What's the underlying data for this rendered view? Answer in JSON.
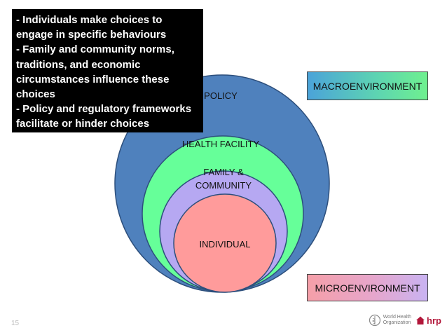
{
  "callout": {
    "lines": [
      "- Individuals make choices to\nengage in specific behaviours",
      "- Family and community norms,\ntraditions, and economic\ncircumstances influence these\nchoices",
      "- Policy and regulatory frameworks\nfacilitate or hinder choices"
    ]
  },
  "circles": {
    "policy": "POLICY",
    "health_facility": "HEALTH FACILITY",
    "family_community": "FAMILY &\nCOMMUNITY",
    "individual": "INDIVIDUAL"
  },
  "boxes": {
    "macro": "MACROENVIRONMENT",
    "micro": "MICROENVIRONMENT"
  },
  "colors": {
    "policy": "#4f81bd",
    "health_facility": "#66ff99",
    "family_community": "#b6a8f2",
    "individual": "#ff9b9b"
  },
  "footer": {
    "page_number": "15",
    "who_logo_text": "World Health\nOrganization",
    "hrp_logo_text": "hrp"
  }
}
